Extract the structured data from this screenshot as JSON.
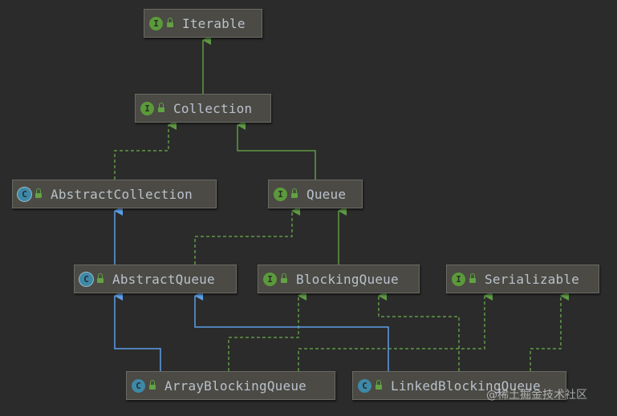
{
  "nodes": {
    "iterable": {
      "label": "Iterable",
      "kind": "interface",
      "badge": "I"
    },
    "collection": {
      "label": "Collection",
      "kind": "interface",
      "badge": "I"
    },
    "abstract_collection": {
      "label": "AbstractCollection",
      "kind": "abstract-class",
      "badge": "C"
    },
    "queue": {
      "label": "Queue",
      "kind": "interface",
      "badge": "I"
    },
    "abstract_queue": {
      "label": "AbstractQueue",
      "kind": "abstract-class",
      "badge": "C"
    },
    "blocking_queue": {
      "label": "BlockingQueue",
      "kind": "interface",
      "badge": "I"
    },
    "serializable": {
      "label": "Serializable",
      "kind": "interface",
      "badge": "I"
    },
    "array_blocking_queue": {
      "label": "ArrayBlockingQueue",
      "kind": "class",
      "badge": "C"
    },
    "linked_blocking_queue": {
      "label": "LinkedBlockingQueue",
      "kind": "class",
      "badge": "C"
    }
  },
  "edges": [
    {
      "from": "collection",
      "to": "iterable",
      "type": "extends-interface"
    },
    {
      "from": "abstract_collection",
      "to": "collection",
      "type": "implements"
    },
    {
      "from": "queue",
      "to": "collection",
      "type": "extends-interface"
    },
    {
      "from": "abstract_queue",
      "to": "abstract_collection",
      "type": "extends-class"
    },
    {
      "from": "abstract_queue",
      "to": "queue",
      "type": "implements"
    },
    {
      "from": "blocking_queue",
      "to": "queue",
      "type": "extends-interface"
    },
    {
      "from": "array_blocking_queue",
      "to": "abstract_queue",
      "type": "extends-class"
    },
    {
      "from": "array_blocking_queue",
      "to": "blocking_queue",
      "type": "implements"
    },
    {
      "from": "array_blocking_queue",
      "to": "serializable",
      "type": "implements"
    },
    {
      "from": "linked_blocking_queue",
      "to": "abstract_queue",
      "type": "extends-class"
    },
    {
      "from": "linked_blocking_queue",
      "to": "blocking_queue",
      "type": "implements"
    },
    {
      "from": "linked_blocking_queue",
      "to": "serializable",
      "type": "implements"
    }
  ],
  "colors": {
    "background": "#2b2b2b",
    "interface_edge": "#5f9a45",
    "class_edge": "#5c9ee8",
    "node_fill": "#4b4a44",
    "node_text": "#b9c1cc"
  },
  "watermark": "@稀土掘金技术社区"
}
